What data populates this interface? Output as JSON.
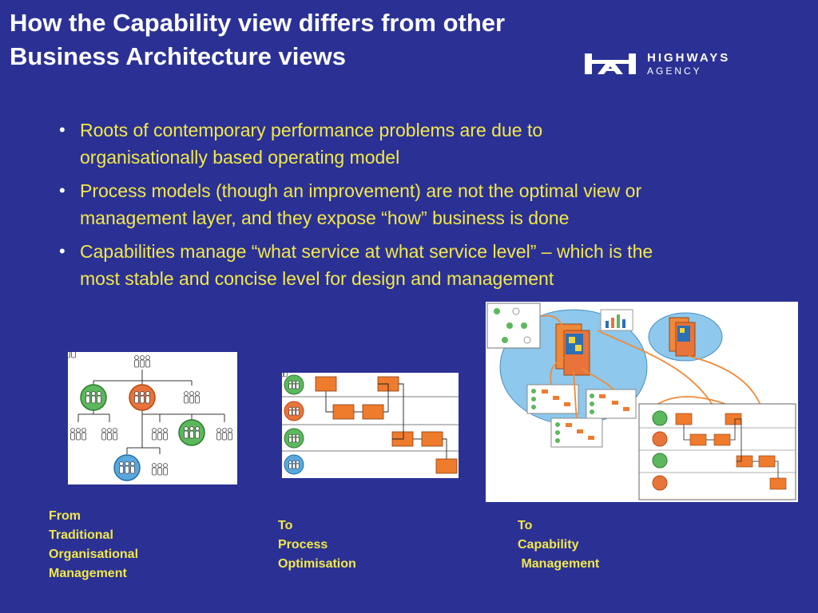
{
  "title": {
    "line1": "How the Capability view differs from other",
    "line2": "Business Architecture views"
  },
  "logo": {
    "line1": "HIGHWAYS",
    "line2": "AGENCY"
  },
  "bullets": [
    {
      "line1": "Roots of contemporary performance problems are due to",
      "line2": "organisationally based operating model"
    },
    {
      "line1": "Process models (though an improvement) are not the optimal view or",
      "line2": "management layer, and they expose “how” business is done"
    },
    {
      "line1": "Capabilities manage “what service at what service level” – which is the",
      "line2": "most stable and concise level for design and management"
    }
  ],
  "captions": [
    {
      "lines": [
        "From",
        "Traditional",
        "Organisational",
        "Management"
      ]
    },
    {
      "lines": [
        "To",
        "Process",
        "Optimisation"
      ]
    },
    {
      "lines": [
        "To",
        "Capability",
        " Management"
      ]
    }
  ],
  "colors": {
    "background": "#2b3194",
    "bullet_text": "#f2e84a",
    "org_green": "#5cb85c",
    "org_orange": "#e8743b",
    "org_blue": "#5aa7dc",
    "process_box": "#ef7b2d",
    "cloud_blue": "#8ec8ec"
  }
}
